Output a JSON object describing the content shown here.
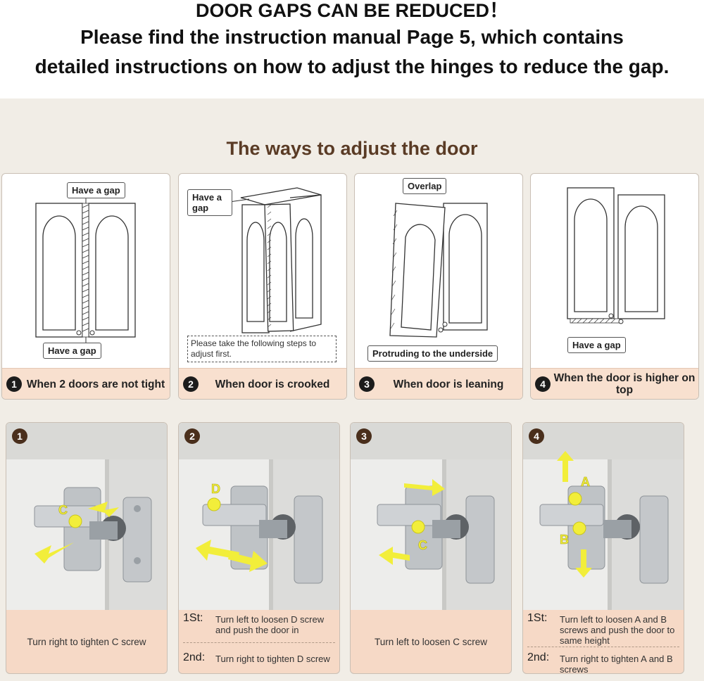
{
  "header": {
    "line1": "DOOR GAPS CAN BE REDUCED！",
    "line2": "Please find the instruction manual Page 5, which contains",
    "line3": "detailed instructions on how to adjust the hinges to reduce the gap."
  },
  "section_title": "The ways to adjust the door",
  "cards": [
    {
      "num": "1",
      "caption": "When 2 doors are not tight",
      "labels": [
        "Have a gap",
        "Have a gap"
      ]
    },
    {
      "num": "2",
      "caption": "When door is crooked",
      "labels": [
        "Have a gap"
      ],
      "note": "Please take the following steps to adjust first."
    },
    {
      "num": "3",
      "caption": "When door is leaning",
      "labels": [
        "Overlap",
        "Protruding to the underside"
      ]
    },
    {
      "num": "4",
      "caption": "When the door is higher on top",
      "labels": [
        "Have a gap"
      ]
    }
  ],
  "steps": [
    {
      "num": "1",
      "markers": [
        "C"
      ],
      "text": "Turn right to tighten C screw"
    },
    {
      "num": "2",
      "markers": [
        "D"
      ],
      "first_key": "1St:",
      "first_text": "Turn left to loosen D screw and push the door in",
      "second_key": "2nd:",
      "second_text": "Turn right to tighten D screw"
    },
    {
      "num": "3",
      "markers": [
        "C"
      ],
      "text": "Turn left to loosen C screw"
    },
    {
      "num": "4",
      "markers": [
        "A",
        "B"
      ],
      "first_key": "1St:",
      "first_text": "Turn left to loosen A and B screws and push the door to same height",
      "second_key": "2nd:",
      "second_text": "Turn right to tighten A and B screws"
    }
  ],
  "colors": {
    "accent_brown": "#5a3b25",
    "caption_bg": "#f8e0cf",
    "arrow_yellow": "#f2ee3a"
  }
}
